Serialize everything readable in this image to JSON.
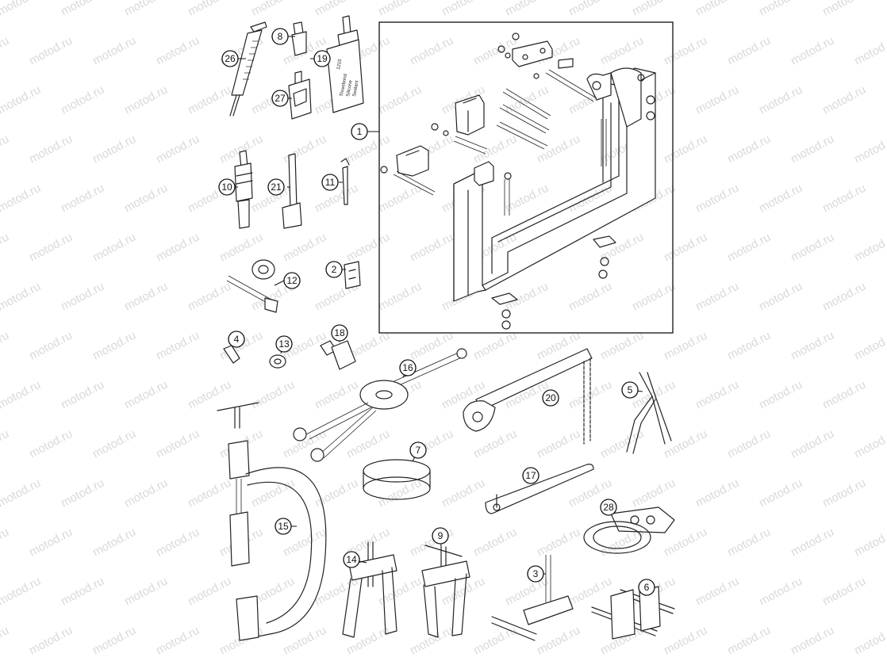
{
  "diagram": {
    "watermark_text": "motod.ru",
    "frame_callout": "1",
    "tube_label_lines": [
      "Threebond",
      "Silicone",
      "Sealant"
    ],
    "tube_code": "1215",
    "callouts": {
      "c2": "2",
      "c3": "3",
      "c4": "4",
      "c5": "5",
      "c6": "6",
      "c7": "7",
      "c8": "8",
      "c9": "9",
      "c10": "10",
      "c11": "11",
      "c12": "12",
      "c13": "13",
      "c14": "14",
      "c15": "15",
      "c16": "16",
      "c17": "17",
      "c18": "18",
      "c19": "19",
      "c20": "20",
      "c21": "21",
      "c26": "26",
      "c27": "27",
      "c28": "28"
    }
  }
}
